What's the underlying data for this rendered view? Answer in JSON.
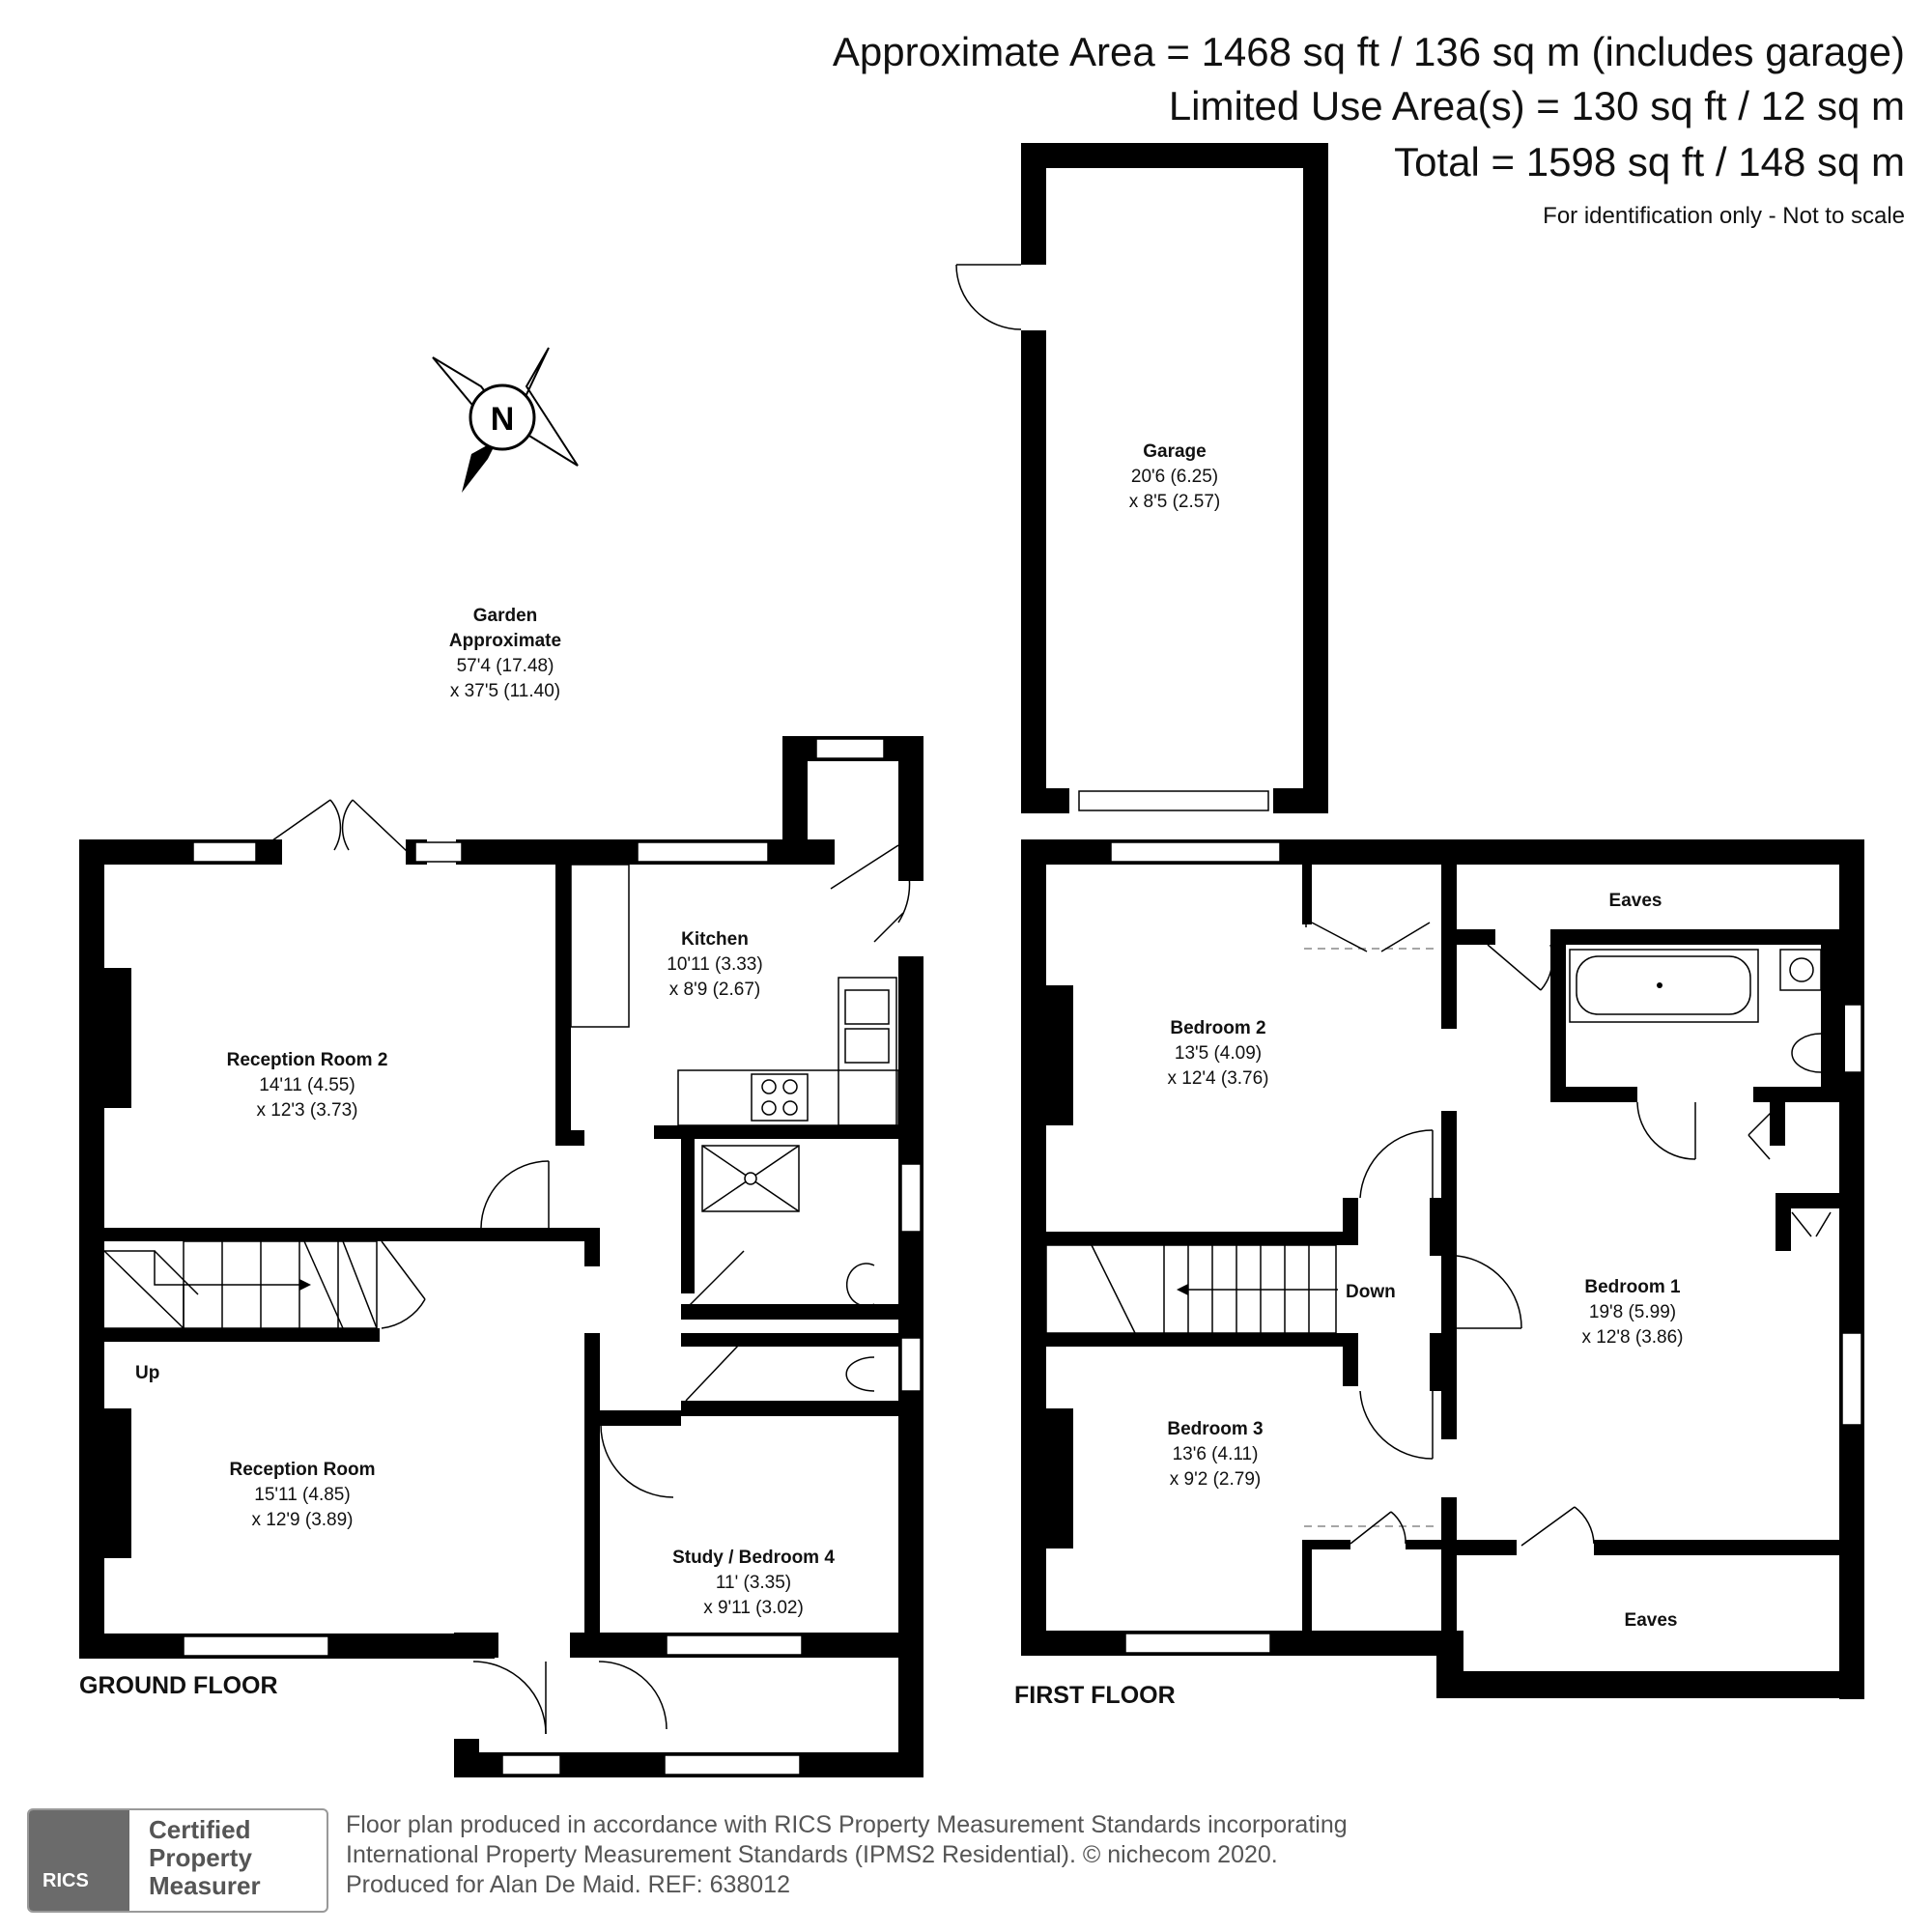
{
  "header": {
    "line1": "Approximate Area = 1468 sq ft / 136 sq m (includes garage)",
    "line2": "Limited Use Area(s) = 130 sq ft / 12 sq m",
    "line3": "Total = 1598 sq ft / 148 sq m",
    "line4": "For identification only - Not to scale"
  },
  "compass": {
    "label": "N"
  },
  "garden": {
    "name1": "Garden",
    "name2": "Approximate",
    "dim1": "57'4 (17.48)",
    "dim2": "x 37'5 (11.40)"
  },
  "garage": {
    "name": "Garage",
    "dim1": "20'6 (6.25)",
    "dim2": "x 8'5 (2.57)"
  },
  "ground_floor": {
    "label": "GROUND FLOOR",
    "stairs_label": "Up",
    "rooms": {
      "reception2": {
        "name": "Reception Room 2",
        "dim1": "14'11 (4.55)",
        "dim2": "x 12'3 (3.73)"
      },
      "kitchen": {
        "name": "Kitchen",
        "dim1": "10'11 (3.33)",
        "dim2": "x 8'9 (2.67)"
      },
      "reception": {
        "name": "Reception Room",
        "dim1": "15'11 (4.85)",
        "dim2": "x 12'9 (3.89)"
      },
      "study": {
        "name": "Study / Bedroom 4",
        "dim1": "11' (3.35)",
        "dim2": "x 9'11 (3.02)"
      }
    }
  },
  "first_floor": {
    "label": "FIRST FLOOR",
    "stairs_label": "Down",
    "rooms": {
      "bedroom2": {
        "name": "Bedroom 2",
        "dim1": "13'5 (4.09)",
        "dim2": "x 12'4 (3.76)"
      },
      "bedroom3": {
        "name": "Bedroom 3",
        "dim1": "13'6 (4.11)",
        "dim2": "x 9'2 (2.79)"
      },
      "bedroom1": {
        "name": "Bedroom 1",
        "dim1": "19'8 (5.99)",
        "dim2": "x 12'8 (3.86)"
      },
      "eaves_top": {
        "name": "Eaves"
      },
      "eaves_bottom": {
        "name": "Eaves"
      }
    }
  },
  "footer": {
    "line1": "Floor plan produced in accordance with RICS Property Measurement Standards incorporating",
    "line2": "International Property Measurement Standards (IPMS2 Residential).   © nichecom 2020.",
    "line3": "Produced for Alan De Maid.   REF: 638012"
  },
  "badge": {
    "org": "RICS",
    "line1": "Certified",
    "line2": "Property",
    "line3": "Measurer"
  }
}
